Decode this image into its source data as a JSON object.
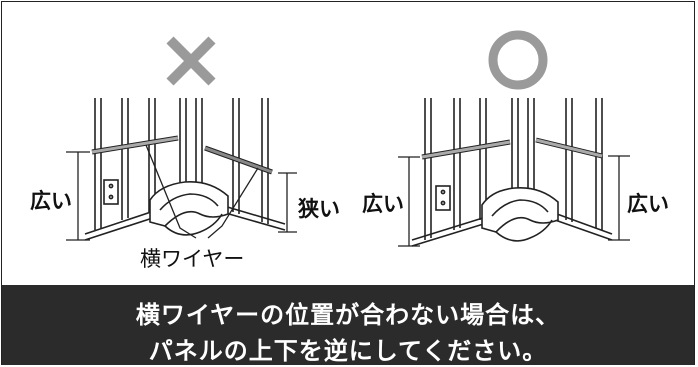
{
  "wrong": {
    "mark": "×",
    "label_left": "広い",
    "label_right": "狭い",
    "callout": "横ワイヤー"
  },
  "correct": {
    "mark": "○",
    "label_left": "広い",
    "label_right": "広い"
  },
  "banner": {
    "line1": "横ワイヤーの位置が合わない場合は、",
    "line2": "パネルの上下を逆にしてください。"
  },
  "colors": {
    "mark": "#999999",
    "banner_bg": "#2b2b2b",
    "banner_text": "#ffffff",
    "line": "#222222"
  }
}
